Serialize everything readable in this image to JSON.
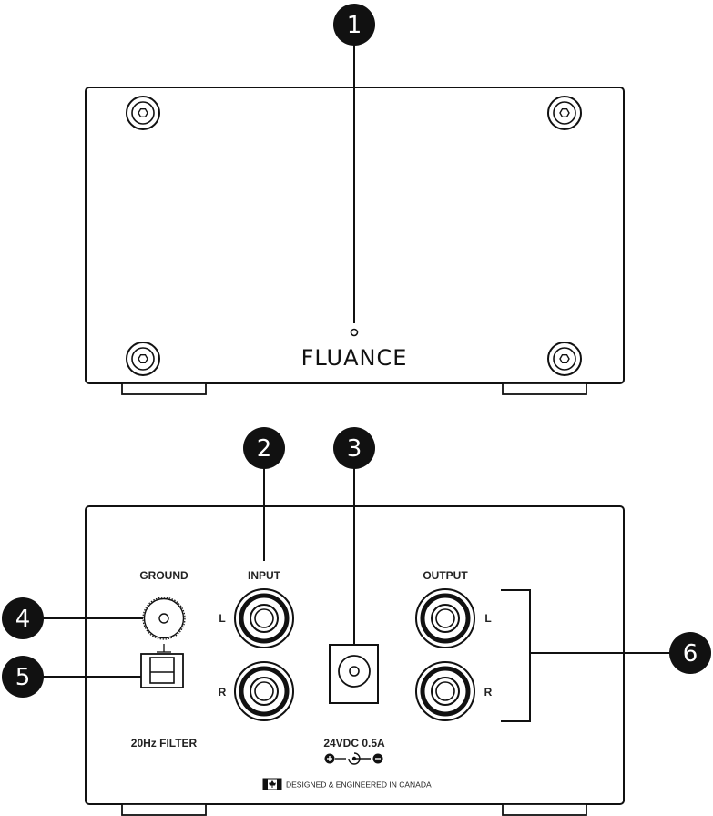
{
  "callouts": [
    "1",
    "2",
    "3",
    "4",
    "5",
    "6"
  ],
  "front": {
    "brand": "FLUANCE"
  },
  "rear": {
    "ground_label": "GROUND",
    "input_label": "INPUT",
    "output_label": "OUTPUT",
    "channel_left": "L",
    "channel_right": "R",
    "filter_label": "20Hz FILTER",
    "power_label": "24VDC 0.5A",
    "footer": "DESIGNED & ENGINEERED IN CANADA"
  }
}
